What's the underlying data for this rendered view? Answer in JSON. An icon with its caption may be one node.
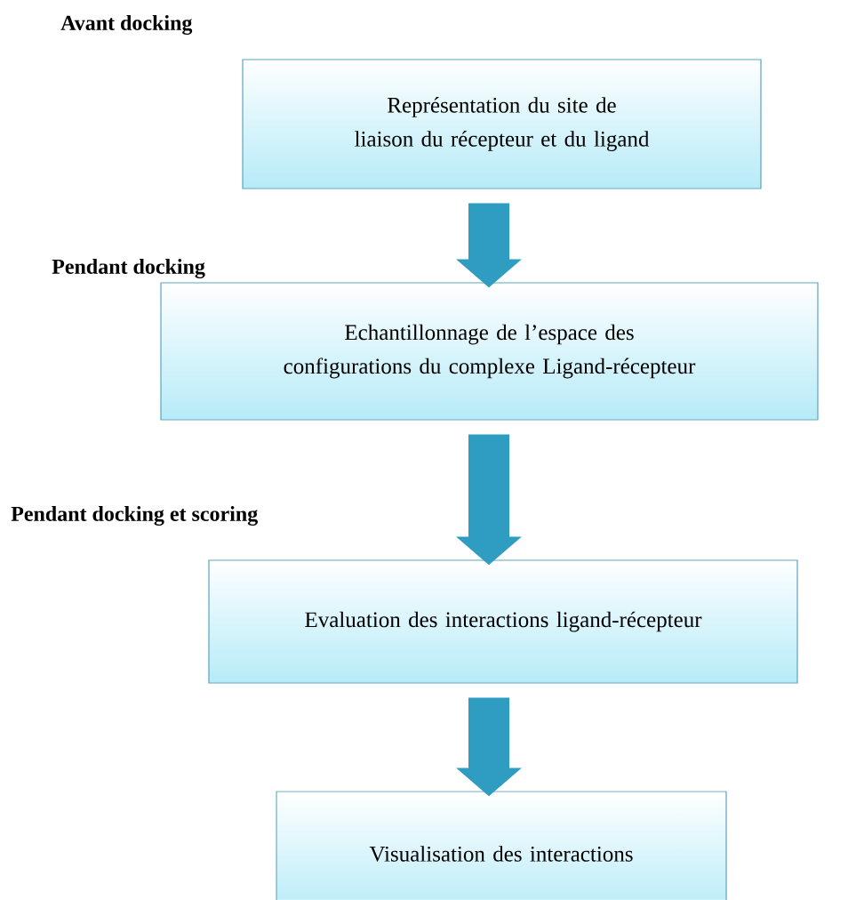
{
  "diagram": {
    "nodes": [
      {
        "text": [
          "Représentation du site de liaison du récepteur et du ligand"
        ]
      },
      {
        "text": [
          "Echantillonnage de l’espace des configurations du complexe Ligand-récepteur"
        ]
      },
      {
        "text": [
          "Evaluation des interactions ligand-récepteur"
        ]
      },
      {
        "text": [
          "Visualisation des interactions"
        ]
      }
    ],
    "edges": [
      {
        "from": 0,
        "to": 1,
        "arrow": "to"
      },
      {
        "from": 1,
        "to": 2,
        "arrow": "to"
      },
      {
        "from": 2,
        "to": 3,
        "arrow": "to"
      }
    ],
    "labels": [
      "Avant docking",
      "Pendant docking",
      "Pendant docking et scoring"
    ]
  }
}
